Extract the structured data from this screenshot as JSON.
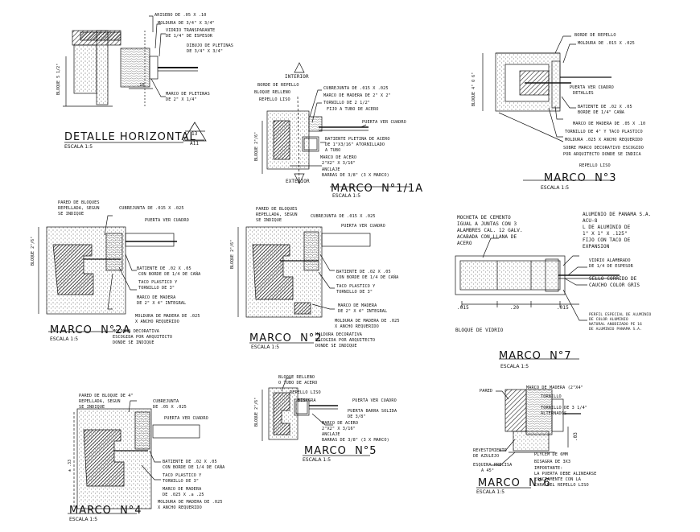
{
  "details": {
    "horizontal": {
      "title": "DETALLE HORIZONTAL",
      "scale": "ESCALA 1:5",
      "callout_num": "13",
      "callout_sheet": "A11",
      "vert_label": "BLOQUE 5 1/2\"",
      "notes": [
        "ARISEBO DE .05 X .10",
        "MOLDURA DE 3/4\" X 3/4\"",
        "VIDRIO TRANSPARANTE",
        "DE 1/4\" DE ESPESOR",
        "DIBUJO DE PLETINAS",
        "DE 3/4\" X 3/4\"",
        "MARCO DE PLETINAS",
        "DE 2\" X 1/4\""
      ],
      "dim": ".10"
    },
    "marco1": {
      "title": "MARCO  N°1/1A",
      "scale": "ESCALA 1:5",
      "interior": "INTERIOR",
      "exterior": "EXTERIOR",
      "vert_label": "BLOQUE 2\"/6\"",
      "left_notes": [
        "BORDE DE REPELLO",
        "BLOQUE RELLENO",
        "REPELLO LISO"
      ],
      "notes": [
        "CUBREJUNTA DE .015 X .025",
        "MARCO DE MADERA DE 2\" X 2\"",
        "TORNILLO DE 2 1/2\"",
        "FIJO A TUBO DE ACERO",
        "PUERTA VER CUADRO",
        "BATIENTE PLETINA DE ACERO",
        "DE 1\"X3/16\" ATORNILLADO",
        "A TUBO",
        "MARCO DE ACERO",
        "2\"X2\" X 3/16\"",
        "ANCLAJE",
        "BARRAS DE 3/8\" (3 X MARCO)"
      ]
    },
    "marco3": {
      "title": "MARCO  N°3",
      "scale": "ESCALA 1:5",
      "vert_label": "BLOQUE 4\" O 6\"",
      "notes": [
        "BORDE DE REPELLO",
        "MOLDURA DE .015 X .025",
        "PUERTA VER CUADRO",
        "DETALLES",
        "BATIENTE DE .02 X .05",
        "BORDE DE 1/4\" CAÑA",
        "MARCO DE MADERA DE .05 X .10",
        "TORNILLO DE 4\" Y TACO PLASTICO",
        "MOLDURA .025 X ANCHO REQUERIDO",
        "SOBRE MARCO DECORATIVO ESCOGIDO",
        "POR ARQUITECTO DONDE SE INDICA",
        "REPELLO LISO"
      ]
    },
    "marco2a": {
      "title": "MARCO  N°2A",
      "scale": "ESCALA 1:5",
      "vert_label": "BLOQUE 2\"/6\"",
      "notes": [
        "PARED DE BLOQUES",
        "REPELLADA, SEGUN",
        "SE INDIQUE",
        "CUBREJUNTA DE .015 X .025",
        "PUERTA VER CUADRO",
        "BATIENTE DE .02 X .05",
        "CON BORDE DE 1/4 DE CAÑA",
        "TACO PLASTICO Y",
        "TORNILLO DE 3\"",
        "MARCO DE MADERA",
        "DE 2\" X 4\" INTEGRAL",
        "MOLDURA DE MADERA DE .025",
        "X ANCHO REQUERIDO",
        "MOLDURA DECORATIVA",
        "ESCOGIDA POR ARQUITECTO",
        "DONDE SE INDIQUE"
      ]
    },
    "marco2": {
      "title": "MARCO  N°2",
      "scale": "ESCALA 1:5",
      "vert_label": "BLOQUE 2\"/6\"",
      "notes": [
        "PARED DE BLOQUES",
        "REPELLADA, SEGUN",
        "SE INDIQUE",
        "CUBREJUNTA DE .015 X .025",
        "PUERTA VER CUADRO",
        "BATIENTE DE .02 X .05",
        "CON BORDE DE 1/4 DE CAÑA",
        "TACO PLASTICO Y",
        "TORNILLO DE 3\"",
        "MARCO DE MADERA",
        "DE 2\" X 4\" INTEGRAL",
        "MOLDURA DE MADERA DE .025",
        "X ANCHO REQUERIDO",
        "MOLDURA DECORATIVA",
        "ESCOGIDA POR ARQUITECTO",
        "DONDE SE INDIQUE"
      ]
    },
    "marco7": {
      "title": "MARCO  N°7",
      "scale": "ESCALA 1:5",
      "notes_left": [
        "MOCHETA DE CEMENTO",
        "IGUAL A JUNTAS CON 3",
        "ALAMBRES CAL. 12 GALV.",
        "ACABADA CON LLANA DE",
        "ACERO"
      ],
      "notes_right": [
        "ALUMINIO DE PANAMA S.A.",
        "ACU-8",
        "L DE ALUMINIO DE",
        "1\" X 1\" X .125\"",
        "FIJO CON TACO DE",
        "EXPANSION",
        "VIDRIO ALAMBRADO",
        "DE 1/4 DE ESPESOR",
        "SELLO CORRIDO DE",
        "CAUCHO COLOR GRIS",
        "PERFIL ESPECIAL DE ALUMINIO",
        "DE COLOR ALUMINIO",
        "NATURAL ANODIZADO PE 16",
        "DE ALUMINIO PANAMA S.A."
      ],
      "dims": [
        ".015",
        ".20",
        ".015"
      ],
      "block": "BLOQUE DE VIDRIO"
    },
    "marco4": {
      "title": "MARCO  N°4",
      "scale": "ESCALA 1:5",
      "vert_label": "± .33",
      "notes": [
        "PARED DE BLOQUE DE 4\"",
        "REPELLADA, SEGUN",
        "SE INDIQUE",
        "CUBREJUNTA",
        "DE .05 X .025",
        "PUERTA VER CUADRO",
        "BATIENTE DE .02 X .05",
        "CON BORDE DE 1/4 DE CAÑA",
        "TACO PLASTICO Y",
        "TORNILLO DE 3\"",
        "MARCO DE MADERA",
        "DE .025 X .a .25",
        "MOLDURA DE MADERA DE .025",
        "X ANCHO REQUERIDO"
      ]
    },
    "marco5": {
      "title": "MARCO  N°5",
      "scale": "ESCALA 1:5",
      "vert_label": "BLOQUE 2\"/6\"",
      "notes": [
        "BLOQUE RELLENO",
        "O TUBO DE ACERO",
        "REPELLO LISO",
        "BISAGRA",
        "PUERTA VER CUADRO",
        "PUERTA BARRA SOLIDA",
        "DE 3/8\"",
        "MARCO DE ACERO",
        "2\"X2\" X 3/16\"",
        "ANCLAJE",
        "BARRAS DE 3/8\" (3 X MARCO)"
      ]
    },
    "marco6": {
      "title": "MARCO  N°6",
      "scale": "ESCALA 1:5",
      "notes": [
        "PARED",
        "MARCO DE MADERA (2\"X4\"",
        "TORNILLO",
        "TORNILLO DE 3 1/4\"",
        "ALTERNADOS",
        "REVESTIMIENTO",
        "DE AZULEJO",
        "ESQUINA PRECISA",
        "A 45°",
        "PLYCEM DE 6MM",
        "BISAGRA DE 3X3",
        "IMPORTANTE:",
        "LA PUERTA DEBE ALINEARSE",
        "EXACTAMENTE CON LA",
        "CARA DEL REPELLO LISO"
      ],
      "dim": ".03"
    }
  }
}
